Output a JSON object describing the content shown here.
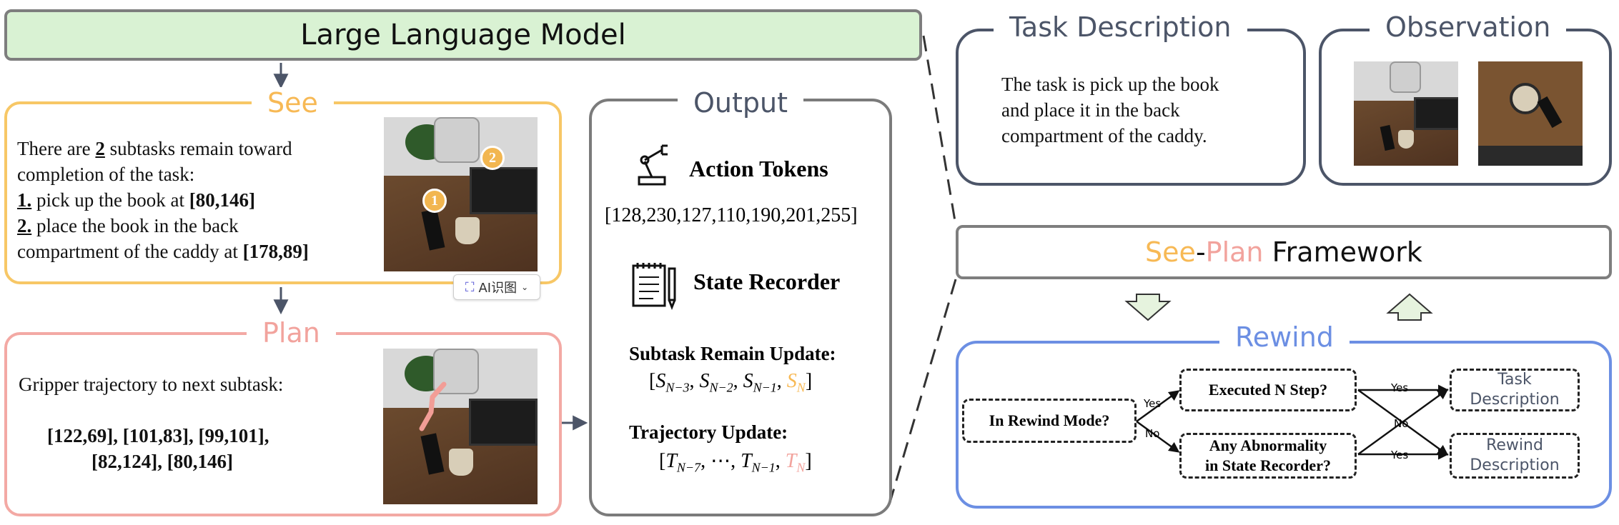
{
  "llm": {
    "title": "Large Language Model"
  },
  "see": {
    "title": "See",
    "line1_a": "There are ",
    "line1_num": "2",
    "line1_b": " subtasks remain toward",
    "line2": "completion of the task:",
    "item1_num": "1.",
    "item1_text": " pick up the book at ",
    "item1_coord": "[80,146]",
    "item2_num": "2.",
    "item2_text": " place the book in the back",
    "item2_line2": "compartment of the caddy at ",
    "item2_coord": "[178,89]",
    "marker1": "1",
    "marker2": "2",
    "ai_chip": "AI识图"
  },
  "plan": {
    "title": "Plan",
    "line1": "Gripper trajectory to next subtask:",
    "coords_line1": "[122,69], [101,83], [99,101],",
    "coords_line2": "[82,124], [80,146]"
  },
  "output": {
    "title": "Output",
    "action_label": "Action Tokens",
    "action_values": "[128,230,127,110,190,201,255]",
    "state_label": "State Recorder",
    "subtask_label": "Subtask Remain Update:",
    "subtask_open": "[",
    "subtask_s3": "S",
    "subtask_s3_sub": "N−3",
    "subtask_s2": "S",
    "subtask_s2_sub": "N−2",
    "subtask_s1": "S",
    "subtask_s1_sub": "N−1",
    "subtask_sn": "S",
    "subtask_sn_sub": "N",
    "traj_label": "Trajectory Update:",
    "traj_t7": "T",
    "traj_t7_sub": "N−7",
    "traj_dots": "⋯",
    "traj_t1": "T",
    "traj_t1_sub": "N−1",
    "traj_tn": "T",
    "traj_tn_sub": "N"
  },
  "task": {
    "title": "Task Description",
    "line1": "The task is pick up the book",
    "line2": "and place it in the back",
    "line3": "compartment of the caddy."
  },
  "observation": {
    "title": "Observation"
  },
  "framework": {
    "see": "See",
    "dash": "-",
    "plan": "Plan",
    "rest": " Framework"
  },
  "rewind": {
    "title": "Rewind",
    "in_mode": "In Rewind Mode?",
    "executed": "Executed N Step?",
    "abnormal_1": "Any Abnormality",
    "abnormal_2": "in State Recorder?",
    "task_desc_1": "Task",
    "task_desc_2": "Description",
    "rewind_desc_1": "Rewind",
    "rewind_desc_2": "Description",
    "yes": "Yes",
    "no": "No",
    "yes2": "Yes",
    "no2": "No",
    "yes3": "Yes"
  },
  "colors": {
    "see": "#f7b955",
    "plan": "#f2a39d",
    "rewind": "#6c8fe3",
    "llm_fill": "#d9f2d3",
    "frame_arrow_fill": "#e6f3de"
  }
}
